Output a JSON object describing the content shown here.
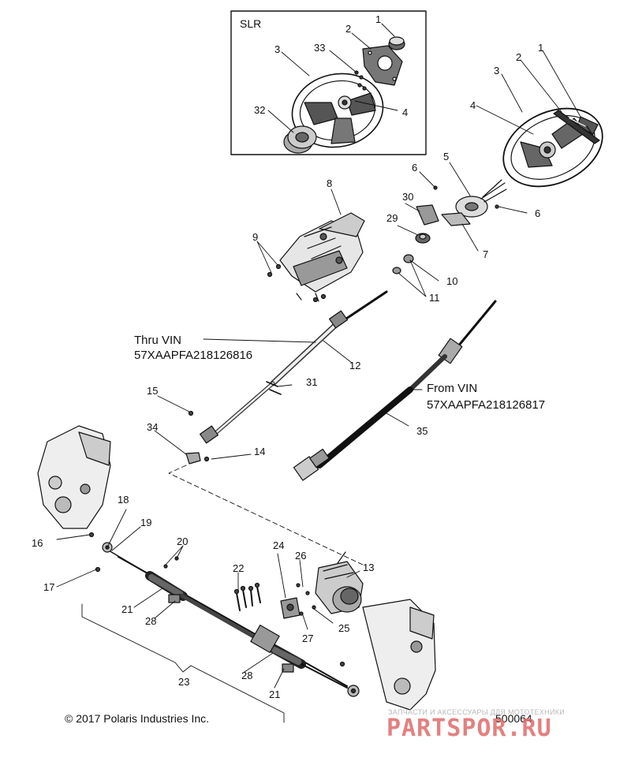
{
  "inset": {
    "title": "SLR"
  },
  "callouts": {
    "c1_inset": "1",
    "c2_inset": "2",
    "c3_inset": "3",
    "c4_inset": "4",
    "c32": "32",
    "c33": "33",
    "c1": "1",
    "c2": "2",
    "c3": "3",
    "c4": "4",
    "c5": "5",
    "c6a": "6",
    "c6b": "6",
    "c7": "7",
    "c8": "8",
    "c9": "9",
    "c10": "10",
    "c11": "11",
    "c12": "12",
    "c13": "13",
    "c14": "14",
    "c15": "15",
    "c16": "16",
    "c17": "17",
    "c18": "18",
    "c19": "19",
    "c20": "20",
    "c21a": "21",
    "c21b": "21",
    "c22": "22",
    "c23": "23",
    "c24": "24",
    "c25": "25",
    "c26": "26",
    "c27": "27",
    "c28a": "28",
    "c28b": "28",
    "c29": "29",
    "c30": "30",
    "c31": "31",
    "c34": "34",
    "c35": "35"
  },
  "vin_notes": {
    "thru_label": "Thru VIN",
    "thru_vin": "57XAAPFA218126816",
    "from_label": "From VIN",
    "from_vin": "57XAAPFA218126817"
  },
  "footer": {
    "copyright": "© 2017 Polaris Industries Inc.",
    "doc_number": "500064"
  },
  "watermark": {
    "tagline": "ЗАПЧАСТИ И АКСЕССУАРЫ ДЛЯ МОТОТЕХНИКИ",
    "brand": "PARTSPOR.RU"
  }
}
